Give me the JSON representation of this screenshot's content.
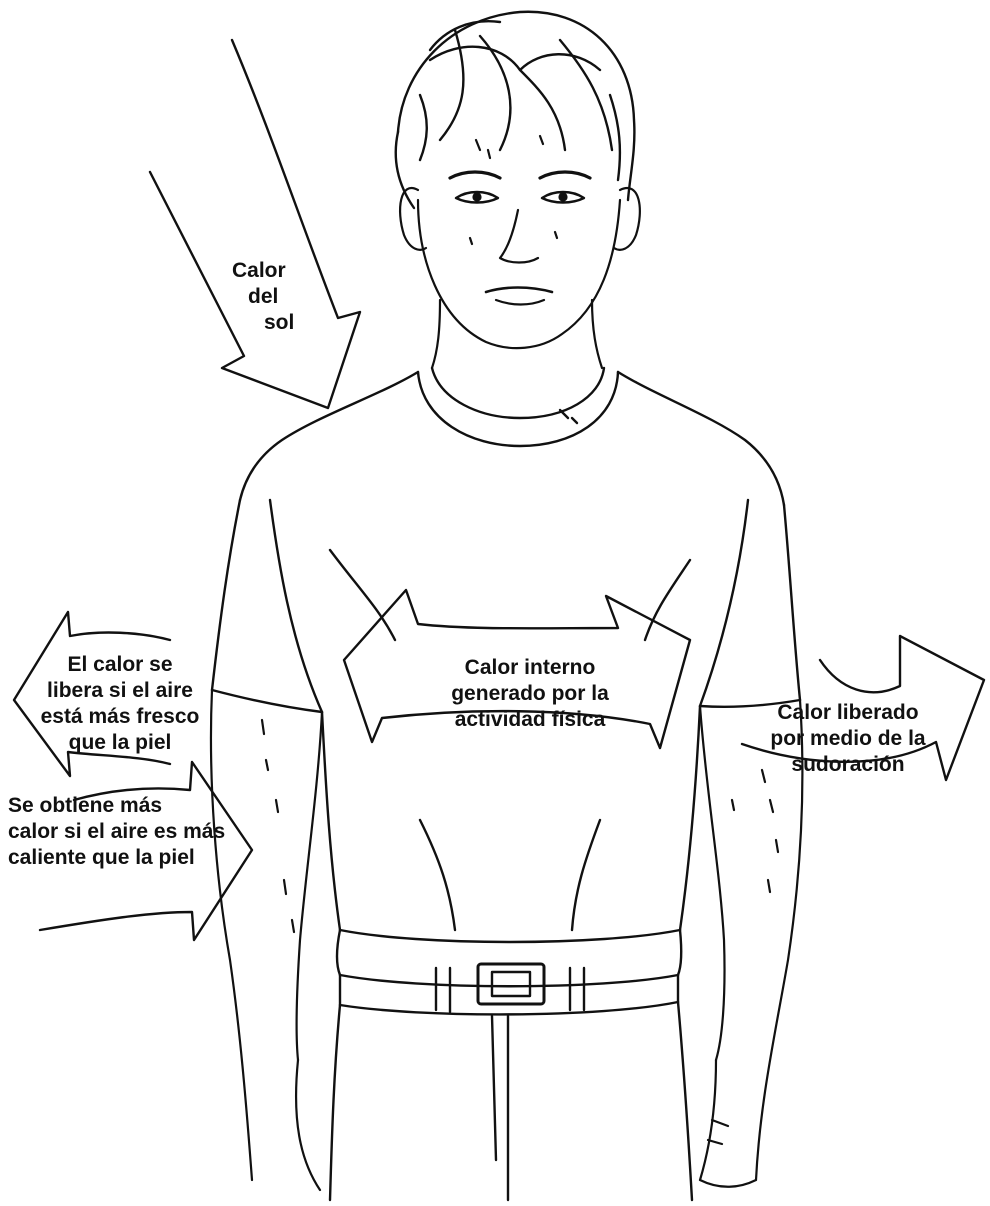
{
  "diagram": {
    "labels": {
      "sun_heat": [
        "Calor",
        "del",
        "sol"
      ],
      "internal_heat": [
        "Calor interno",
        "generado por la",
        "actividad física"
      ],
      "heat_release_cool_air": [
        "El calor se",
        "libera si el aire",
        "está más fresco",
        "que la piel"
      ],
      "heat_gain_hot_air": [
        "Se obtiene más",
        "calor si el aire es más",
        "caliente que la piel"
      ],
      "sweat_release": [
        "Calor liberado",
        "por medio de la",
        "sudoración"
      ]
    }
  },
  "colors": {
    "ink": "#111111",
    "background": "#ffffff"
  },
  "icons": {
    "sun_arrow": "arrow-down-right-icon",
    "internal_arrow": "double-arrow-icon",
    "release_arrow": "arrow-left-icon",
    "gain_arrow": "arrow-right-icon",
    "sweat_arrow": "curved-arrow-right-icon"
  }
}
